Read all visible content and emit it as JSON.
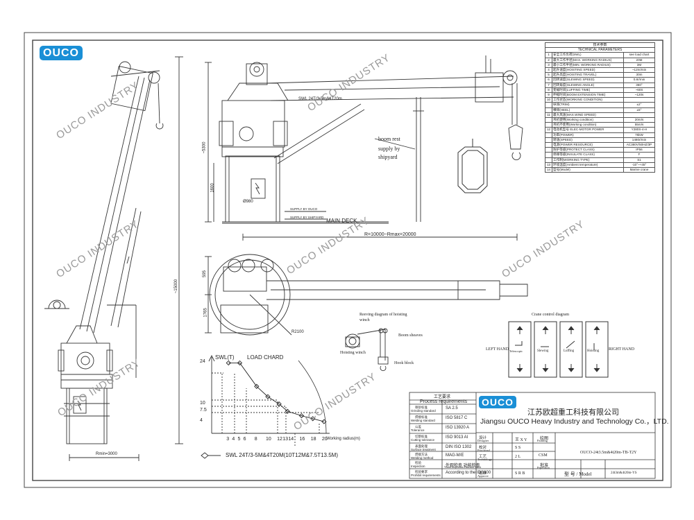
{
  "logo": {
    "text": "OUCO"
  },
  "watermark": "OUCO INDUSTRY",
  "params": {
    "title_cn": "技术参数",
    "title_en": "TECHNICAL PARAMETERS",
    "rows": [
      {
        "n": "1",
        "k": "安全工作负荷(SWL)",
        "v": "see load chart"
      },
      {
        "n": "2",
        "k": "最大工作半径(MAX. WORKING RADIUS)",
        "v": "20M"
      },
      {
        "n": "3",
        "k": "最小工作半径(MIN. WORKING RADIUS)",
        "v": "3M"
      },
      {
        "n": "4",
        "k": "起升速度(HOISTING SPEED)",
        "v": "~12m/min"
      },
      {
        "n": "5",
        "k": "起升高度(HOISTING TRAVEL)",
        "v": "30m"
      },
      {
        "n": "6",
        "k": "回转速度(SLEWING SPEED)",
        "v": "0.8r/min"
      },
      {
        "n": "7",
        "k": "回转角度(SLEWING ANGLE)",
        "v": "360°"
      },
      {
        "n": "8",
        "k": "变幅时间(LUFFING TIME)",
        "v": "~60S"
      },
      {
        "n": "9",
        "k": "伸缩时间(BOOM EXTENSION TIME)",
        "v": "~120s"
      },
      {
        "n": "10",
        "k": "工作状态(WORKING CONDITION)",
        "v": ""
      },
      {
        "n": "",
        "k": "  纵倾(TRIM)",
        "v": "±2°"
      },
      {
        "n": "",
        "k": "  横倾(HEEL)",
        "v": "±5°"
      },
      {
        "n": "11",
        "k": "最大风速(MAX.WIND SPEED)",
        "v": ""
      },
      {
        "n": "",
        "k": "  吊机使用(Working condition)",
        "v": "20m/s"
      },
      {
        "n": "",
        "k": "  吊机不使用(Working condition)",
        "v": "55m/s"
      },
      {
        "n": "12",
        "k": "电动机型号 ELEC-MOTOR POWER",
        "v": "Y280S-4-H"
      },
      {
        "n": "",
        "k": "  功率(POWER)",
        "v": "75kW"
      },
      {
        "n": "",
        "k": "  转速(SPEED)",
        "v": "1480r/min"
      },
      {
        "n": "",
        "k": "  电源(POWER RESOURCE)",
        "v": "AC380V/50HZ/3P"
      },
      {
        "n": "",
        "k": "  防护等级(PROTECT CLASS)",
        "v": "IP56"
      },
      {
        "n": "",
        "k": "  绝缘等级(INSULATE CLASS)",
        "v": "F"
      },
      {
        "n": "",
        "k": "  工作制(WORKING TYPE)",
        "v": "S1"
      },
      {
        "n": "13",
        "k": "环境温度(Ambient temperature)",
        "v": "-10°~+45°"
      },
      {
        "n": "14",
        "k": "型号(Model)",
        "v": "Marine crane"
      }
    ]
  },
  "side_view": {
    "label_swl": "SWL 24T/3-5m&4T20m",
    "boom_rest": "boom rest",
    "supply_by": "supply by",
    "shipyard": "shipyard",
    "main_deck": "MAIN DECK",
    "supply_ouco": "SUPPLY BY OUCO",
    "supply_shipyard": "SUPPLY BY SHIPYARD",
    "dim_radius": "R=10000~Rmax=20000",
    "dim_height": "~5300",
    "dim_1600": "1600",
    "dim_980": "Ø980",
    "dim_15000": "~15000",
    "dim_rmin": "Rmin=3000"
  },
  "plan_view": {
    "dim_2100": "R2100",
    "dim_595": "595",
    "dim_1765": "1765"
  },
  "reeving": {
    "title": "Reeving diagram of hoisting",
    "title2": "winch",
    "boom_sheaves": "Boom sheaves",
    "hoisting_winch": "Hoisting winch",
    "hook_block": "Hook block"
  },
  "control": {
    "title": "Crane control diagram",
    "left_hand": "LEFT HAND",
    "right_hand": "RIGHT HAND",
    "labels": [
      "Telescopic",
      "Slewing",
      "Luffing",
      "Hoisting"
    ]
  },
  "load_chart": {
    "title": "LOAD CHARD",
    "ylabel": "SWL(T)",
    "xlabel": "Working radius(m)",
    "legend": "SWL 24T/3-5M&4T20M(10T12M&7.5T13.5M)",
    "x_ticks": [
      "3",
      "4",
      "5",
      "6",
      "8",
      "10",
      "12",
      "13",
      "14",
      "16",
      "18",
      "20"
    ],
    "y_ticks": [
      "24",
      "10",
      "7.5",
      "4"
    ]
  },
  "chart_data": {
    "type": "line",
    "title": "LOAD CHARD",
    "xlabel": "Working radius(m)",
    "ylabel": "SWL(T)",
    "series": [
      {
        "name": "SWL 24T/3-5M&4T20M(10T12M&7.5T13.5M)",
        "x": [
          3,
          5,
          8,
          10,
          12,
          13.5,
          16,
          18,
          20
        ],
        "y": [
          24,
          24,
          16,
          12.5,
          10,
          7.5,
          6,
          5,
          4
        ]
      }
    ],
    "xlim": [
      0,
      21
    ],
    "ylim": [
      0,
      26
    ]
  },
  "title_block": {
    "req_cn": "工艺要求",
    "req_en": "Process requirements",
    "rows": [
      {
        "cn": "喷砂标准",
        "en": "Grinding standard",
        "v": "SA  2.5"
      },
      {
        "cn": "焊接标准",
        "en": "Welding standard",
        "v": "ISO  5817  C"
      },
      {
        "cn": "公差",
        "en": "Tolerance",
        "v": "ISO  13920  A"
      },
      {
        "cn": "切割标准",
        "en": "Cutting tolerance",
        "v": "ISO  9013  AI"
      },
      {
        "cn": "表面处理",
        "en": "Surface treatment",
        "v": "DIN  ISO  1302"
      },
      {
        "cn": "焊接方法",
        "en": "Welding method",
        "v": "MAG-M/E"
      },
      {
        "cn": "检验",
        "en": "Inspection",
        "v": "外观检查  功能检查"
      },
      {
        "cn": "检验要求",
        "en": "Prohibit requirements",
        "v": "According to the IDS600"
      }
    ],
    "inspection_en": "Visual inspection  Function check",
    "company_cn": "江苏欧超重工科技有限公司",
    "company_en": "Jiangsu OUCO Heavy Industry and Technology Co.，LTD.",
    "roles": [
      {
        "cn": "设计",
        "en": "Designer",
        "name": "王 X Y"
      },
      {
        "cn": "校对",
        "en": "Proofread",
        "name": "S S"
      },
      {
        "cn": "工艺",
        "en": "Technology",
        "name": "2 L"
      },
      {
        "cn": "批准",
        "en": "Approve",
        "name": "S R B"
      }
    ],
    "drawing_cn": "绘图",
    "drawing_en": "Painting",
    "check_en": "CSM",
    "approval_cn": "批准",
    "approval_en": "Prpetition",
    "code": "OUCO-24t3.5m&4t20m-TB-T2Y",
    "model_label": "型 号 / Model",
    "model_value": "24t3m&4t20m-YS"
  }
}
